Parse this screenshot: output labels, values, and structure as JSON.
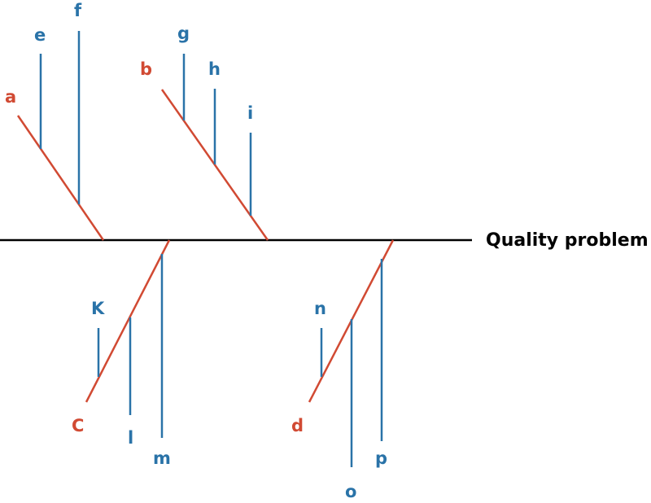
{
  "colors": {
    "cause": "#d14a33",
    "subcause": "#2a73a8",
    "spine": "#000000"
  },
  "effect": "Quality problem",
  "causes": [
    {
      "id": "a",
      "label": "a",
      "subcauses": [
        {
          "label": "e"
        },
        {
          "label": "f"
        }
      ]
    },
    {
      "id": "b",
      "label": "b",
      "subcauses": [
        {
          "label": "g"
        },
        {
          "label": "h"
        },
        {
          "label": "i"
        }
      ]
    },
    {
      "id": "c",
      "label": "C",
      "subcauses": [
        {
          "label": "K"
        },
        {
          "label": "l"
        },
        {
          "label": "m"
        }
      ]
    },
    {
      "id": "d",
      "label": "d",
      "subcauses": [
        {
          "label": "n"
        },
        {
          "label": "o"
        },
        {
          "label": "p"
        }
      ]
    }
  ]
}
